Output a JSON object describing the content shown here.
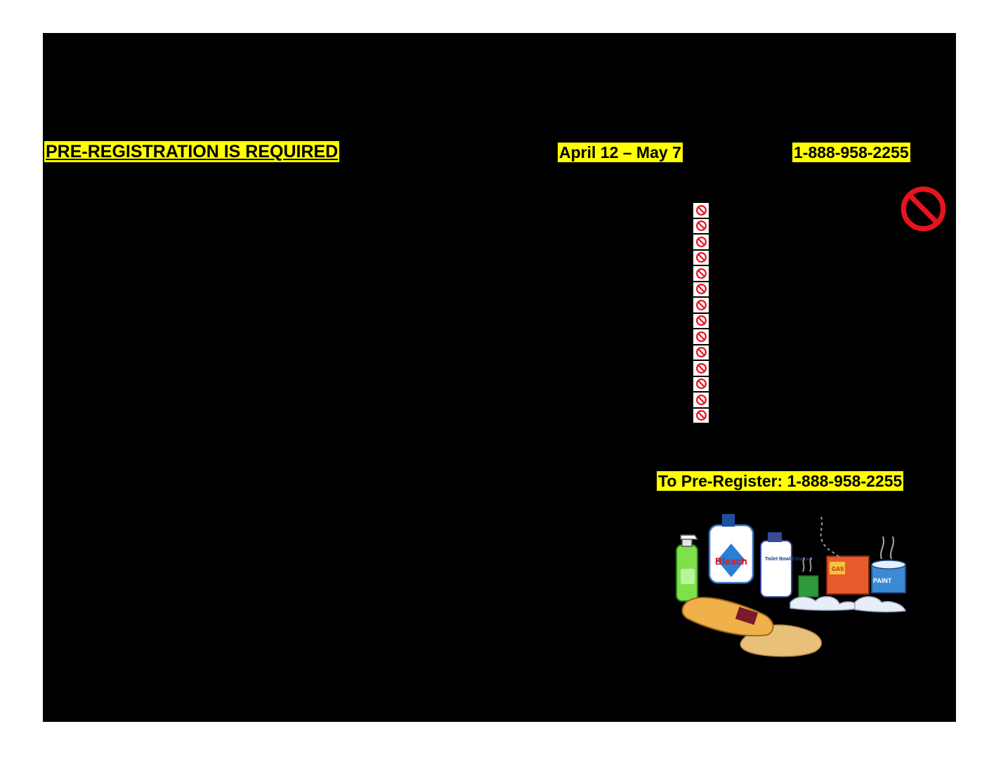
{
  "flyer": {
    "prereg_heading": "PRE-REGISTRATION IS REQUIRED",
    "date_range": "April 12 – May 7",
    "phone_top": "1-888-958-2255",
    "prereg_line": "To Pre-Register: 1-888-958-2255"
  },
  "not_accepted_marks": 14,
  "clipart": {
    "bleach_label": "Bleach",
    "cleanser_label": "Toilet Bowl Cleanser",
    "gas_label": "GAS",
    "paint_label": "PAINT"
  },
  "colors": {
    "panel": "#000000",
    "highlight": "#ffff00",
    "prohibited": "#e8141c"
  },
  "icons": [
    "no-entry-icon",
    "household-hazardous-products-clipart"
  ]
}
